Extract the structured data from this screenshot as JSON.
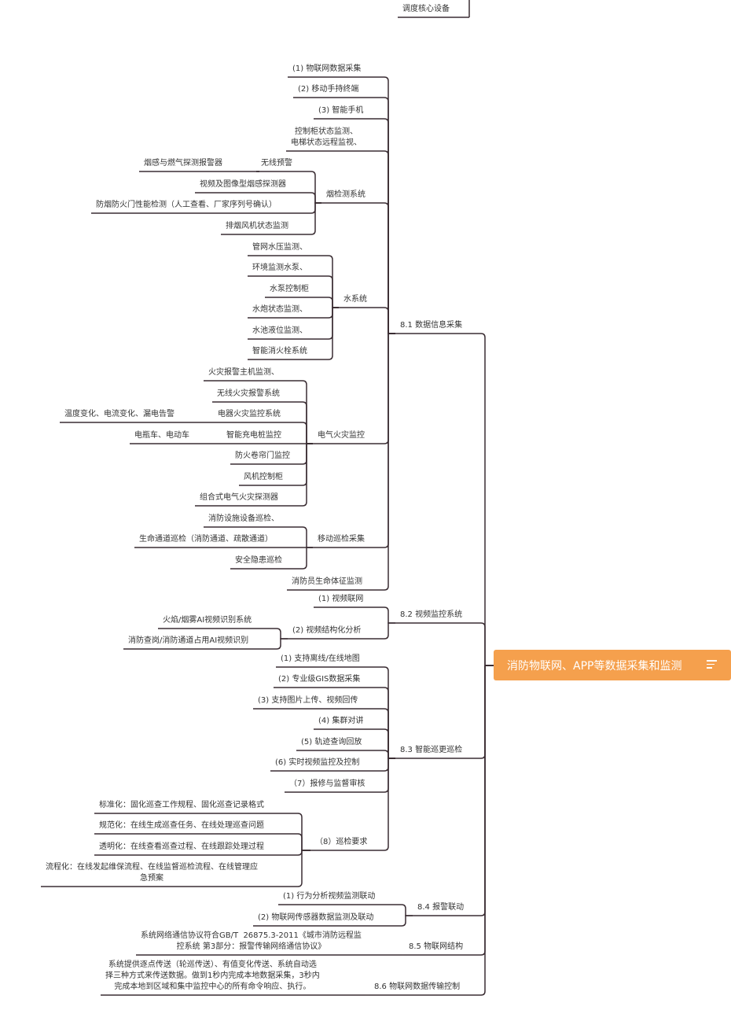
{
  "root": {
    "label": "消防物联网、APP等数据采集和监测",
    "icon": "notes-icon"
  },
  "top_partial": {
    "label": "调度核心设备"
  },
  "branches": [
    {
      "id": "b81",
      "label": "8.1 数据信息采集",
      "children": [
        {
          "id": "b81_c1",
          "label": "(1)  物联网数据采集"
        },
        {
          "id": "b81_c2",
          "label": "(2)  移动手持终端"
        },
        {
          "id": "b81_c3",
          "label": "(3)  智能手机"
        },
        {
          "id": "b81_c4",
          "label": "控制柜状态监测、\n电梯状态远程监视、"
        },
        {
          "id": "b81_c5",
          "label": "烟检测系统",
          "children": [
            {
              "id": "b81_c5_1",
              "label": "无线预警",
              "children": [
                {
                  "id": "b81_c5_1_1",
                  "label": "烟感与燃气探测报警器"
                }
              ]
            },
            {
              "id": "b81_c5_2",
              "label": "视频及图像型烟感探测器"
            },
            {
              "id": "b81_c5_3",
              "label": "防烟防火门性能检测（人工查看、厂家序列号确认）"
            },
            {
              "id": "b81_c5_4",
              "label": "排烟风机状态监测"
            }
          ]
        },
        {
          "id": "b81_c6",
          "label": "水系统",
          "children": [
            {
              "id": "b81_c6_1",
              "label": "管网水压监测、"
            },
            {
              "id": "b81_c6_2",
              "label": "环境监测水泵、"
            },
            {
              "id": "b81_c6_3",
              "label": "水泵控制柜"
            },
            {
              "id": "b81_c6_4",
              "label": "水炮状态监测、"
            },
            {
              "id": "b81_c6_5",
              "label": "水池液位监测、"
            },
            {
              "id": "b81_c6_6",
              "label": "智能消火栓系统"
            }
          ]
        },
        {
          "id": "b81_c7",
          "label": "电气火灾监控",
          "children": [
            {
              "id": "b81_c7_1",
              "label": "火灾报警主机监测、"
            },
            {
              "id": "b81_c7_2",
              "label": "无线火灾报警系统"
            },
            {
              "id": "b81_c7_3",
              "label": "电器火灾监控系统",
              "children": [
                {
                  "id": "b81_c7_3_1",
                  "label": "温度变化、电流变化、漏电告警"
                }
              ]
            },
            {
              "id": "b81_c7_4",
              "label": "智能充电桩监控",
              "children": [
                {
                  "id": "b81_c7_4_1",
                  "label": "电瓶车、电动车"
                }
              ]
            },
            {
              "id": "b81_c7_5",
              "label": "防火卷帘门监控"
            },
            {
              "id": "b81_c7_6",
              "label": "风机控制柜"
            },
            {
              "id": "b81_c7_7",
              "label": "组合式电气火灾探测器"
            }
          ]
        },
        {
          "id": "b81_c8",
          "label": "移动巡检采集",
          "children": [
            {
              "id": "b81_c8_1",
              "label": "消防设施设备巡检、"
            },
            {
              "id": "b81_c8_2",
              "label": "生命通道巡检（消防通道、疏散通道）"
            },
            {
              "id": "b81_c8_3",
              "label": "安全隐患巡检"
            }
          ]
        },
        {
          "id": "b81_c9",
          "label": "消防员生命体征监测"
        }
      ]
    },
    {
      "id": "b82",
      "label": "8.2 视频监控系统",
      "children": [
        {
          "id": "b82_c1",
          "label": "(1)  视频联网"
        },
        {
          "id": "b82_c2",
          "label": "(2)  视频结构化分析",
          "children": [
            {
              "id": "b82_c2_1",
              "label": "火焰/烟雾AI视频识别系统"
            },
            {
              "id": "b82_c2_2",
              "label": "消防查岗/消防通道占用AI视频识别"
            }
          ]
        }
      ]
    },
    {
      "id": "b83",
      "label": "8.3 智能巡更巡检",
      "children": [
        {
          "id": "b83_c1",
          "label": "(1)  支持离线/在线地图"
        },
        {
          "id": "b83_c2",
          "label": "(2)  专业级GIS数据采集"
        },
        {
          "id": "b83_c3",
          "label": "(3)  支持图片上传、视频回传"
        },
        {
          "id": "b83_c4",
          "label": "(4)  集群对讲"
        },
        {
          "id": "b83_c5",
          "label": "(5)  轨迹查询回放"
        },
        {
          "id": "b83_c6",
          "label": "(6)  实时视频监控及控制"
        },
        {
          "id": "b83_c7",
          "label": "（7）报修与监督审核"
        },
        {
          "id": "b83_c8",
          "label": "（8）巡检要求",
          "children": [
            {
              "id": "b83_c8_1",
              "label": "标准化：固化巡查工作规程、固化巡查记录格式"
            },
            {
              "id": "b83_c8_2",
              "label": "规范化：在线生成巡查任务、在线处理巡查问题"
            },
            {
              "id": "b83_c8_3",
              "label": "透明化：在线查看巡查过程、在线跟踪处理过程"
            },
            {
              "id": "b83_c8_4",
              "label": "流程化：在线发起维保流程、在线监督巡检流程、在线管理应\n急预案"
            }
          ]
        }
      ]
    },
    {
      "id": "b84",
      "label": "8.4 报警联动",
      "children": [
        {
          "id": "b84_c1",
          "label": "(1)  行为分析视频监测联动"
        },
        {
          "id": "b84_c2",
          "label": "(2)  物联网传感器数据监测及联动"
        }
      ]
    },
    {
      "id": "b85",
      "label": "8.5 物联网结构",
      "children": [
        {
          "id": "b85_c1",
          "label": "系统网络通信协议符合GB/T  26875.3-2011《城市消防远程监\n控系统 第3部分：报警传输网络通信协议》"
        }
      ]
    },
    {
      "id": "b86",
      "label": "8.6 物联网数据传输控制",
      "children": [
        {
          "id": "b86_c1",
          "label": "系统提供逐点传送（轮巡传送）、有值变化传送、系统自动选\n择三种方式来传送数据。做到1秒内完成本地数据采集，3秒内\n完成本地到区域和集中监控中心的所有命令响应、执行。"
        }
      ]
    }
  ]
}
